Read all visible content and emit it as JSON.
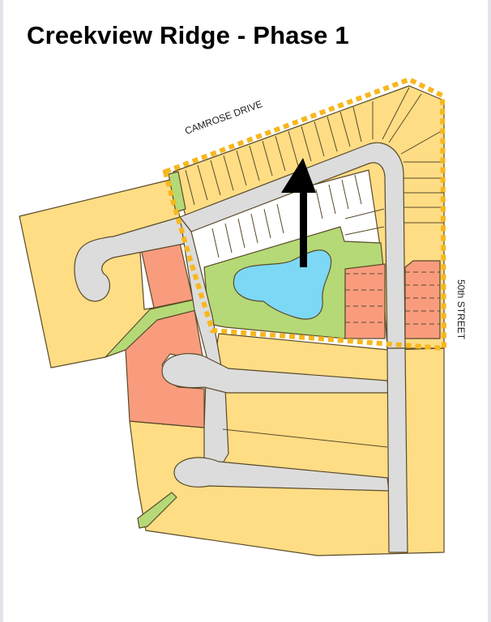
{
  "title": "Creekview Ridge - Phase 1",
  "labels": {
    "road_north": "CAMROSE DRIVE",
    "road_east": "50th STREET"
  },
  "colors": {
    "residential": "#fedd85",
    "multi_family": "#f99c7e",
    "park": "#b5d976",
    "pond": "#7cd8f5",
    "road": "#dcdcdc",
    "phase_boundary": "#f7b71d",
    "outline": "#5a4a2a",
    "arrow": "#000000"
  },
  "legend_semantics": {
    "phase_boundary": "Phase 1 boundary (dashed)",
    "arrow": "North indicator"
  }
}
